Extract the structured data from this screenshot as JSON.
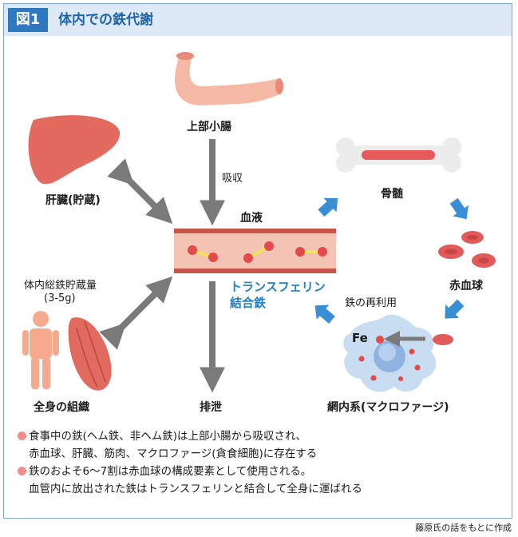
{
  "figure": {
    "badge": "図1",
    "title": "体内での鉄代謝"
  },
  "nodes": {
    "intestine": "上部小腸",
    "absorption": "吸収",
    "liver": "肝臓(貯蔵)",
    "blood": "血液",
    "transferrin_line1": "トランスフェリン",
    "transferrin_line2": "結合鉄",
    "body_iron_line1": "体内総鉄貯蔵量",
    "body_iron_line2": "(3-5g)",
    "tissues": "全身の組織",
    "excretion": "排泄",
    "marrow": "骨髄",
    "rbc": "赤血球",
    "recycle": "鉄の再利用",
    "fe": "Fe",
    "macrophage": "網内系(マクロファージ)"
  },
  "notes": [
    {
      "line1": "食事中の鉄(ヘム鉄、非ヘム鉄)は上部小腸から吸収され、",
      "line2": "赤血球、肝臓、筋肉、マクロファージ(貪食細胞)に存在する"
    },
    {
      "line1": "鉄のおよそ6〜7割は赤血球の構成要素として使用される。",
      "line2": "血管内に放出された鉄はトランスフェリンと結合して全身に運ばれる"
    }
  ],
  "credit": "藤原氏の話をもとに作成",
  "colors": {
    "accent": "#2f78c0",
    "arrow_blue": "#3a8fd4",
    "arrow_gray": "#7a7a7a",
    "organ": "#e36a5e",
    "skin": "#f6b9a6",
    "vessel": "#f0b8a8"
  }
}
